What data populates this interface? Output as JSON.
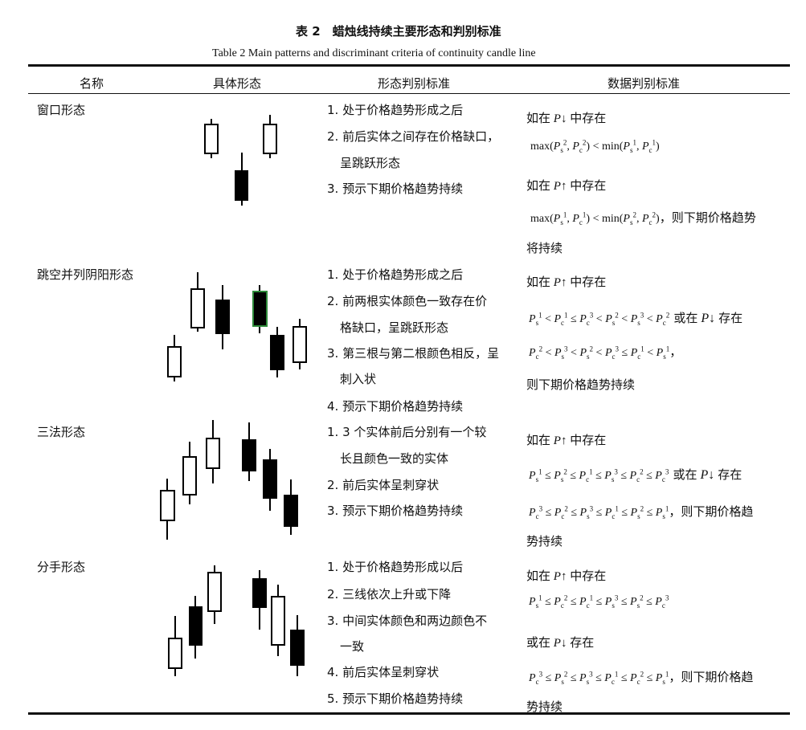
{
  "caption": {
    "cn": "表 2　蜡烛线持续主要形态和判别标准",
    "en": "Table 2  Main patterns and discriminant criteria of continuity candle line"
  },
  "headers": [
    "名称",
    "具体形态",
    "形态判别标准",
    "数据判别标准"
  ],
  "rows": [
    {
      "name": "窗口形态",
      "criteria": [
        "1. 处于价格趋势形成之后",
        "2. 前后实体之间存在价格缺口，",
        "呈跳跃形态",
        "3. 预示下期价格趋势持续"
      ],
      "data_lines": [
        {
          "text": "如在",
          "tail": "中存在",
          "sym": "P↓"
        },
        {
          "math": "max(Ps2, Pc2) < min(Ps1, Pc1)"
        },
        {
          "text": "如在",
          "tail": "中存在",
          "sym": "P↑"
        },
        {
          "math": "max(Ps1, Pc1) < min(Ps2, Pc2)",
          "tail": "，则下期价格趋势"
        },
        {
          "text": "将持续"
        }
      ],
      "candles": [
        {
          "color": "white",
          "open": 0,
          "close": 0
        },
        {
          "color": "black",
          "open": 0,
          "close": 0
        },
        {
          "color": "white",
          "open": 0,
          "close": 0
        }
      ]
    },
    {
      "name": "跳空并列阴阳形态",
      "criteria": [
        "1. 处于价格趋势形成之后",
        "2. 前两根实体颜色一致存在价",
        "格缺口，呈跳跃形态",
        "3. 第三根与第二根颜色相反，呈",
        "刺入状",
        "4. 预示下期价格趋势持续"
      ],
      "data_lines": [
        {
          "text": "如在",
          "tail": "中存在",
          "sym": "P↑"
        },
        {
          "math": "Ps1 < Pc1 ≤ Pc3 < Ps2 < Ps3 < Pc2",
          "tail": "或在",
          "sym": "P↓",
          "tail2": "存在"
        },
        {
          "math": "Pc2 < Ps3 < Ps2 < Pc3 ≤ Pc1 < Ps1",
          "tail": "，"
        },
        {
          "text": "则下期价格趋势持续"
        }
      ]
    },
    {
      "name": "三法形态",
      "criteria": [
        "1. 3 个实体前后分别有一个较",
        "长且颜色一致的实体",
        "2. 前后实体呈刺穿状",
        "3. 预示下期价格趋势持续"
      ],
      "data_lines": [
        {
          "text": "如在",
          "tail": "中存在",
          "sym": "P↑"
        },
        {
          "math": "Ps1 ≤ Ps2 ≤ Pc1 ≤ Ps3 ≤ Pc2 ≤ Pc3",
          "tail": "或在",
          "sym": "P↓",
          "tail2": "存在"
        },
        {
          "math": "Pc3 ≤ Pc2 ≤ Ps3 ≤ Pc1 ≤ Ps2 ≤ Ps1",
          "tail": "，则下期价格趋"
        },
        {
          "text": "势持续"
        }
      ]
    },
    {
      "name": "分手形态",
      "criteria": [
        "1. 处于价格趋势形成以后",
        "2. 三线依次上升或下降",
        "3. 中间实体颜色和两边颜色不",
        "一致",
        "4. 前后实体呈刺穿状",
        "5. 预示下期价格趋势持续"
      ],
      "data_lines": [
        {
          "text": "如在",
          "tail": "中存在",
          "sym": "P↑"
        },
        {
          "math": "Ps1 ≤ Pc2 ≤ Pc1 ≤ Ps3 ≤ Ps2 ≤ Pc3"
        },
        {
          "text": "或在",
          "tail": "存在",
          "sym": "P↓"
        },
        {
          "math": "Pc3 ≤ Ps2 ≤ Ps3 ≤ Pc1 ≤ Pc2 ≤ Ps1",
          "tail": "，则下期价格趋"
        },
        {
          "text": "势持续"
        }
      ]
    }
  ]
}
